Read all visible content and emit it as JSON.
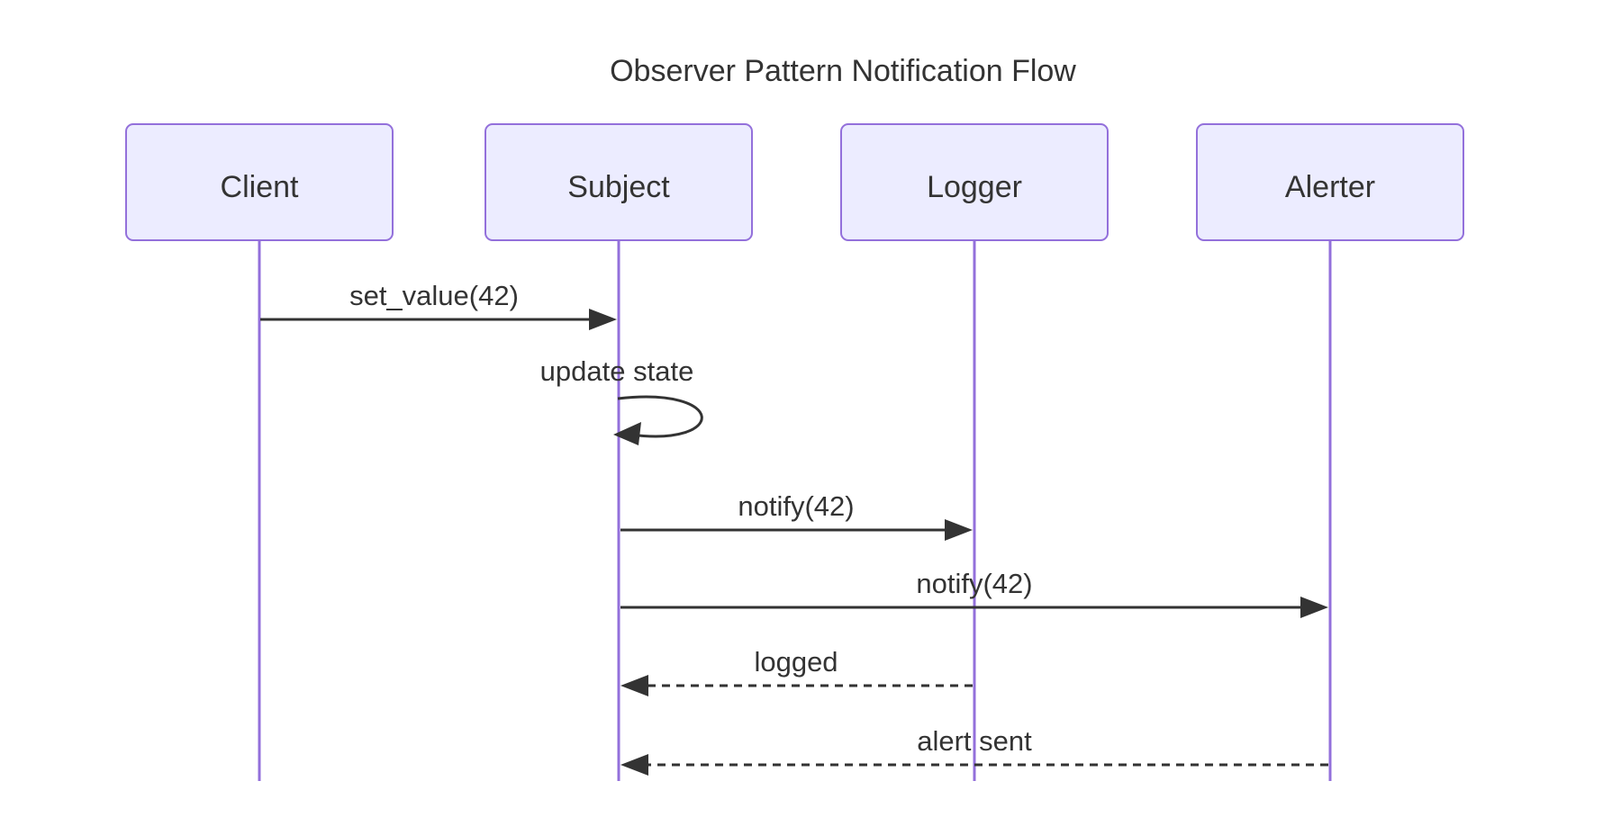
{
  "diagram": {
    "type": "sequence-diagram",
    "title": "Observer Pattern Notification Flow",
    "actors": [
      {
        "name": "Client"
      },
      {
        "name": "Subject"
      },
      {
        "name": "Logger"
      },
      {
        "name": "Alerter"
      }
    ],
    "messages": [
      {
        "from": "Client",
        "to": "Subject",
        "label": "set_value(42)",
        "line": "solid",
        "kind": "call"
      },
      {
        "from": "Subject",
        "to": "Subject",
        "label": "update state",
        "line": "solid",
        "kind": "self"
      },
      {
        "from": "Subject",
        "to": "Logger",
        "label": "notify(42)",
        "line": "solid",
        "kind": "call"
      },
      {
        "from": "Subject",
        "to": "Alerter",
        "label": "notify(42)",
        "line": "solid",
        "kind": "call"
      },
      {
        "from": "Logger",
        "to": "Subject",
        "label": "logged",
        "line": "dashed",
        "kind": "return"
      },
      {
        "from": "Alerter",
        "to": "Subject",
        "label": "alert sent",
        "line": "dashed",
        "kind": "return"
      }
    ],
    "colors": {
      "actor_fill": "#ECECFF",
      "actor_border": "#9370DB",
      "lifeline": "#9370DB",
      "message_line": "#333333",
      "text": "#333333",
      "background": "#FFFFFF"
    }
  }
}
